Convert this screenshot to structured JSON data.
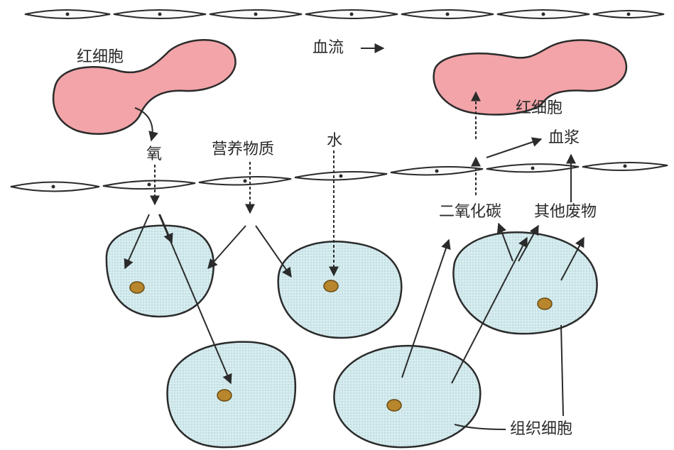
{
  "labels": {
    "red_blood_cell_left": "红细胞",
    "red_blood_cell_right": "红细胞",
    "blood_flow": "血流",
    "oxygen": "氧",
    "nutrients": "营养物质",
    "water": "水",
    "plasma": "血浆",
    "carbon_dioxide": "二氧化碳",
    "other_wastes": "其他废物",
    "tissue_cells": "组织细胞"
  },
  "colors": {
    "red_blood_cell": "#f2a4a8",
    "tissue_cell": "#d6ecef",
    "nucleus": "#b8862c",
    "outline": "#2b2b2b"
  }
}
